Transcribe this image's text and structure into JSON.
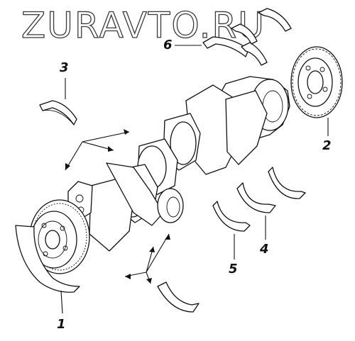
{
  "watermark": "ZURAVTO.RU",
  "callouts": {
    "c1": "1",
    "c2": "2",
    "c3": "3",
    "c4": "4",
    "c5": "5",
    "c6": "6"
  }
}
